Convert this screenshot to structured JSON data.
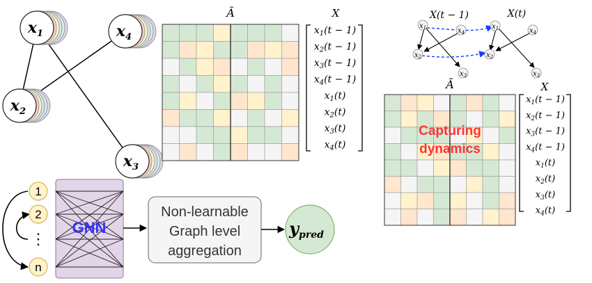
{
  "nodes": [
    {
      "id": "x1",
      "base": "x",
      "sub": "1"
    },
    {
      "id": "x4",
      "base": "x",
      "sub": "4"
    },
    {
      "id": "x2",
      "base": "x",
      "sub": "2"
    },
    {
      "id": "x3",
      "base": "x",
      "sub": "3"
    }
  ],
  "matrix1": {
    "title": "Ã",
    "cells": [
      [
        1,
        4,
        4,
        3,
        1,
        4,
        1,
        0
      ],
      [
        4,
        2,
        3,
        1,
        4,
        2,
        3,
        2
      ],
      [
        0,
        1,
        3,
        2,
        0,
        4,
        0,
        2
      ],
      [
        4,
        0,
        1,
        3,
        1,
        0,
        4,
        0
      ],
      [
        1,
        3,
        0,
        4,
        2,
        3,
        1,
        0
      ],
      [
        2,
        4,
        1,
        3,
        0,
        4,
        0,
        3
      ],
      [
        0,
        0,
        4,
        1,
        3,
        1,
        4,
        0
      ],
      [
        0,
        2,
        0,
        1,
        2,
        0,
        0,
        2
      ]
    ]
  },
  "matrix2": {
    "title": "Ã",
    "overlay_line1": "Capturing",
    "overlay_line2": "dynamics",
    "cells": [
      [
        1,
        2,
        3,
        0,
        1,
        2,
        4,
        0
      ],
      [
        4,
        3,
        1,
        2,
        4,
        0,
        1,
        3
      ],
      [
        0,
        1,
        4,
        1,
        0,
        3,
        0,
        1
      ],
      [
        4,
        0,
        3,
        2,
        1,
        4,
        3,
        0
      ],
      [
        1,
        4,
        0,
        3,
        2,
        1,
        4,
        0
      ],
      [
        2,
        0,
        1,
        4,
        0,
        3,
        1,
        0
      ],
      [
        0,
        3,
        2,
        1,
        3,
        0,
        4,
        2
      ],
      [
        0,
        2,
        0,
        1,
        2,
        0,
        3,
        2
      ]
    ]
  },
  "xvector": {
    "header": "X",
    "labels": [
      "x1(t − 1)",
      "x2(t − 1)",
      "x3(t − 1)",
      "x4(t − 1)",
      "x1(t)",
      "x2(t)",
      "x3(t)",
      "x4(t)"
    ]
  },
  "temporal": {
    "label_prev": "X(t − 1)",
    "label_curr": "X(t)",
    "prev_nodes": [
      "x1",
      "x4",
      "x2",
      "x3"
    ],
    "curr_nodes": [
      "x1",
      "x4",
      "x2",
      "x3"
    ]
  },
  "pipeline": {
    "nodes": [
      "1",
      "2",
      "⋮",
      "n"
    ],
    "gnn_label": "GNN",
    "agg_line1": "Non-learnable",
    "agg_line2": "Graph level",
    "agg_line3": "aggregation",
    "pred_base": "y",
    "pred_sub": "pred"
  },
  "colors": {
    "green": "#d5e8d4",
    "orange": "#ffe6cc",
    "yellow": "#fff2cc",
    "grey": "#f5f5f5",
    "gnn_fill": "#e1d5e7",
    "overlay_red": "#ff3333",
    "gnn_text": "#3333ff",
    "pred_fill": "#d5e8d4",
    "node_fill": "#fff2cc"
  }
}
